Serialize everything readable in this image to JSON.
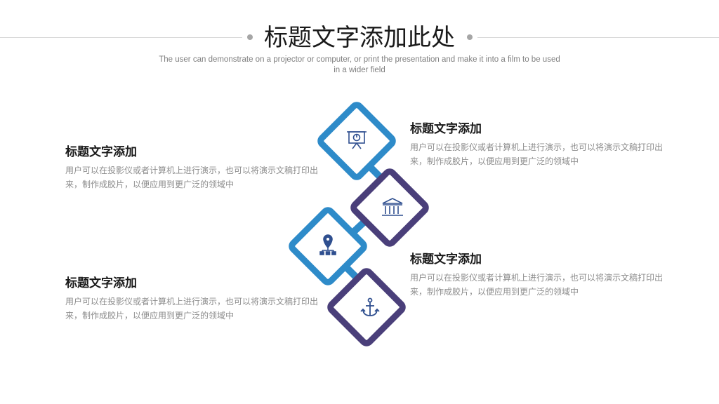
{
  "header": {
    "title": "标题文字添加此处",
    "subtitle": "The user can demonstrate on a projector or computer, or print the presentation and make it into a film to be used in a wider field"
  },
  "blocks": [
    {
      "title": "标题文字添加",
      "body": "用户可以在投影仪或者计算机上进行演示，也可以将演示文稿打印出来，制作成胶片，以便应用到更广泛的领域中"
    },
    {
      "title": "标题文字添加",
      "body": "用户可以在投影仪或者计算机上进行演示，也可以将演示文稿打印出来，制作成胶片，以便应用到更广泛的领域中"
    },
    {
      "title": "标题文字添加",
      "body": "用户可以在投影仪或者计算机上进行演示，也可以将演示文稿打印出来，制作成胶片，以便应用到更广泛的领域中"
    },
    {
      "title": "标题文字添加",
      "body": "用户可以在投影仪或者计算机上进行演示，也可以将演示文稿打印出来，制作成胶片，以便应用到更广泛的领域中"
    }
  ],
  "diagram": {
    "icons": [
      "presentation-board-icon",
      "bank-building-icon",
      "location-network-icon",
      "anchor-icon"
    ],
    "colors": {
      "blue": "#2e8bc9",
      "purple": "#4a3f7a",
      "icon": "#2f4f8f"
    }
  }
}
